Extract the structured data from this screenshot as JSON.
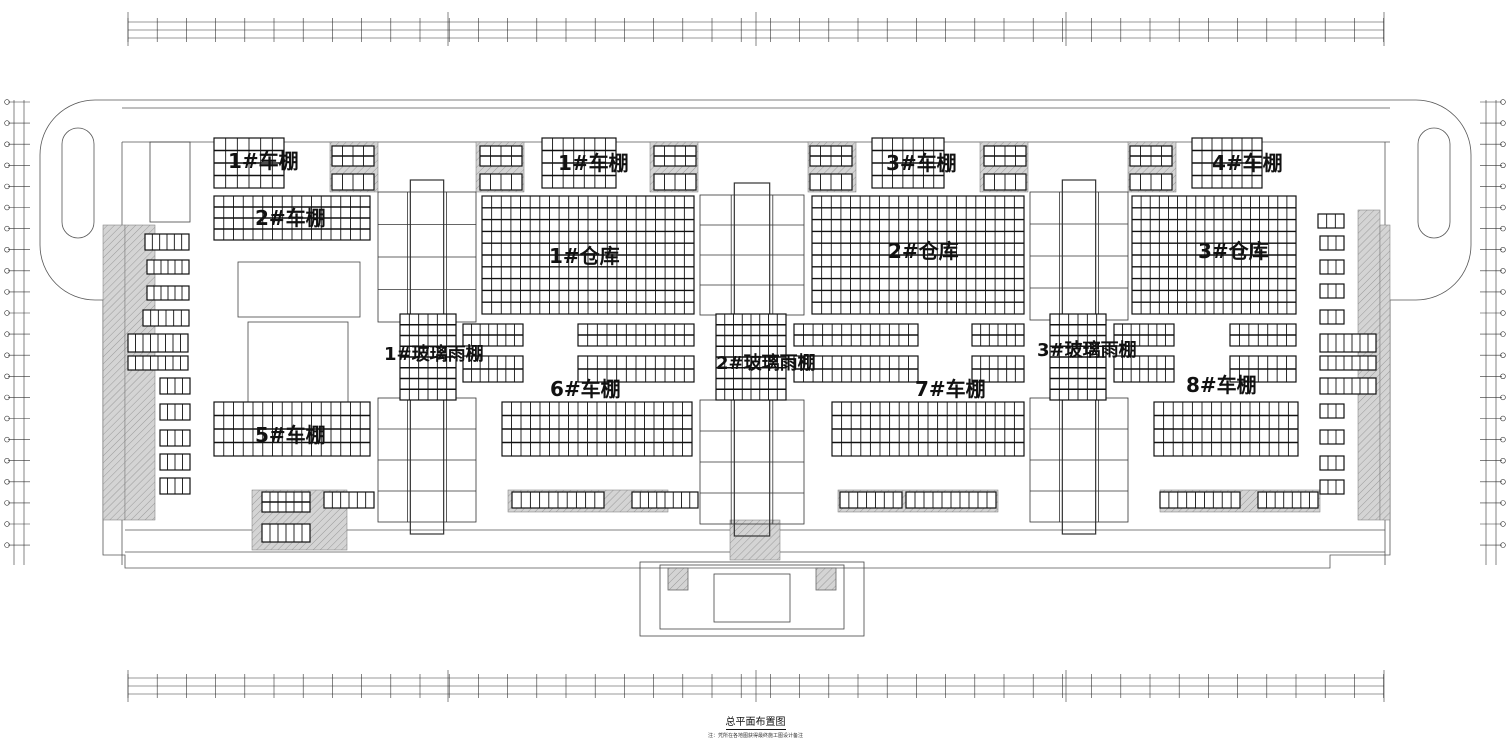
{
  "drawing": {
    "title": "总平面布置图",
    "note": "注：凭所在各地图获得最终施工图设计备注",
    "colors": {
      "line": "#333333",
      "hatch": "#bdbdbd",
      "panel": "#111111",
      "paper": "#ffffff"
    }
  },
  "zones": [
    {
      "id": "canopy-1",
      "label": "1#车棚"
    },
    {
      "id": "canopy-2",
      "label": "2#车棚"
    },
    {
      "id": "canopy-3-top",
      "label": "1#车棚"
    },
    {
      "id": "canopy-3",
      "label": "3#车棚"
    },
    {
      "id": "canopy-4",
      "label": "4#车棚"
    },
    {
      "id": "canopy-5",
      "label": "5#车棚"
    },
    {
      "id": "canopy-6",
      "label": "6#车棚"
    },
    {
      "id": "canopy-7",
      "label": "7#车棚"
    },
    {
      "id": "canopy-8",
      "label": "8#车棚"
    },
    {
      "id": "warehouse-1",
      "label": "1#仓库"
    },
    {
      "id": "warehouse-2",
      "label": "2#仓库"
    },
    {
      "id": "warehouse-3",
      "label": "3#仓库"
    },
    {
      "id": "glass-canopy-1",
      "label": "1#玻璃雨棚"
    },
    {
      "id": "glass-canopy-2",
      "label": "2#玻璃雨棚"
    },
    {
      "id": "glass-canopy-3",
      "label": "3#玻璃雨棚"
    }
  ]
}
